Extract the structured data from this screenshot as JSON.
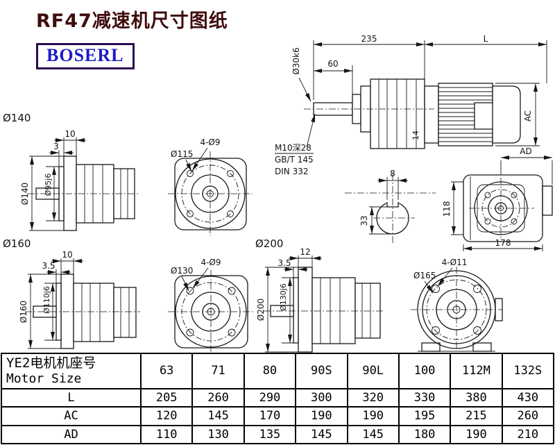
{
  "title": "RF47减速机尺寸图纸",
  "logo": "BOSERL",
  "main_view": {
    "dim_235": "235",
    "dim_l": "L",
    "dim_60": "60",
    "shaft_dia": "Ø30k6",
    "dim_ac": "AC",
    "dim_14": "14",
    "note_thread": "M10深28",
    "note_gb": "GB/T 145",
    "note_din": "DIN 332"
  },
  "keyway_view": {
    "dim_8": "8",
    "dim_33": "33"
  },
  "rear_view": {
    "dim_ad": "AD",
    "dim_118": "118",
    "dim_178": "178"
  },
  "flange140": {
    "label": "Ø140",
    "dim_10": "10",
    "dim_3": "3",
    "dia_outer": "Ø140",
    "dia_spigot": "Ø95j6"
  },
  "face115": {
    "holes": "4-Ø9",
    "bolt_circle": "Ø115"
  },
  "flange160": {
    "label": "Ø160",
    "dim_10": "10",
    "dim_35": "3.5",
    "dia_outer": "Ø160",
    "dia_spigot": "Ø110j6"
  },
  "face130": {
    "holes": "4-Ø9",
    "bolt_circle": "Ø130"
  },
  "flange200": {
    "label": "Ø200",
    "dim_12": "12",
    "dim_35": "3.5",
    "dia_outer": "Ø200",
    "dia_spigot": "Ø130j6"
  },
  "face165": {
    "holes": "4-Ø11",
    "bolt_circle": "Ø165"
  },
  "table": {
    "header_cn": "YE2电机机座号",
    "header_en": "Motor Size",
    "sizes": [
      "63",
      "71",
      "80",
      "90S",
      "90L",
      "100",
      "112M",
      "132S"
    ],
    "rows": [
      {
        "label": "L",
        "values": [
          "205",
          "260",
          "290",
          "300",
          "320",
          "330",
          "380",
          "430"
        ]
      },
      {
        "label": "AC",
        "values": [
          "120",
          "145",
          "170",
          "190",
          "190",
          "195",
          "215",
          "260"
        ]
      },
      {
        "label": "AD",
        "values": [
          "110",
          "130",
          "135",
          "145",
          "145",
          "180",
          "190",
          "210"
        ]
      }
    ]
  }
}
